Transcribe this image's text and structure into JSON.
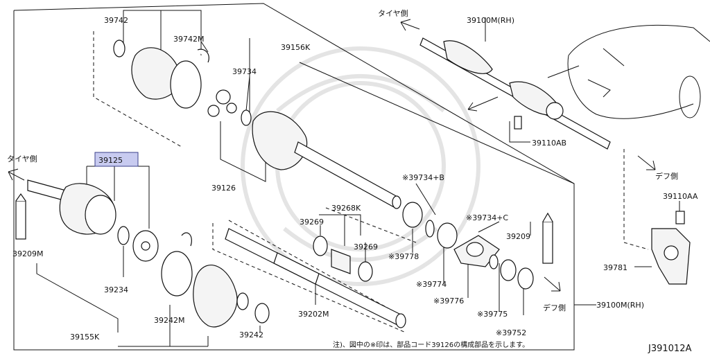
{
  "diagram": {
    "labels": {
      "tire_side_top": "タイヤ側",
      "tire_side_left": "タイヤ側",
      "diff_side_right": "デフ側",
      "diff_side_bottom": "デフ側",
      "p39742": "39742",
      "p39742M": "39742M",
      "p39156K": "39156K",
      "p39734": "39734",
      "p39126": "39126",
      "p39125": "39125",
      "p39209M": "39209M",
      "p39234": "39234",
      "p39242M": "39242M",
      "p39155K": "39155K",
      "p39242": "39242",
      "p39202M": "39202M",
      "p39269a": "39269",
      "p39268K": "39268K",
      "p39269b": "39269",
      "p39734B": "※39734+B",
      "p39778": "※39778",
      "p39734C": "※39734+C",
      "p39209": "39209",
      "p39774": "※39774",
      "p39776": "※39776",
      "p39775": "※39775",
      "p39752": "※39752",
      "p39100M_top": "39100M(RH)",
      "p39110AB": "39110AB",
      "p39110AA": "39110AA",
      "p39781": "39781",
      "p39100M_right": "39100M(RH)",
      "footnote": "注)、図中の※印は、部品コード39126の構成部品を示します。",
      "diagram_code": "J391012A"
    }
  }
}
